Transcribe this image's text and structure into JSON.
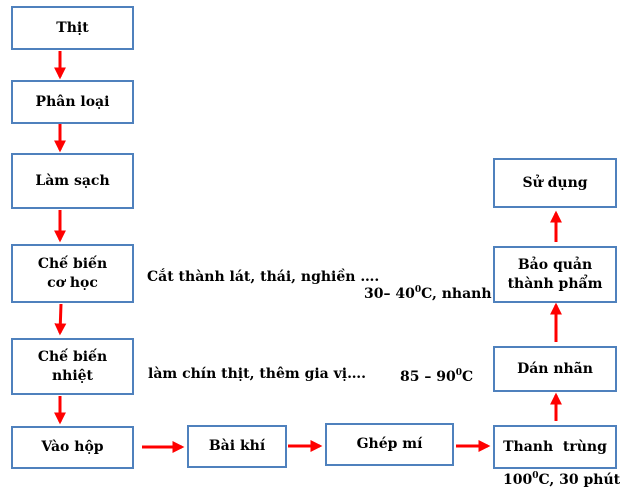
{
  "boxes": {
    "thit": "Thịt",
    "phan_loai": "Phân loại",
    "lam_sach": "Làm sạch",
    "che_bien_co_hoc": [
      "Chế biến",
      "cơ học"
    ],
    "che_bien_nhiet": [
      "Chế biến",
      "nhiệt"
    ],
    "vao_hop": "Vào hộp",
    "bai_khi": "Bài khí",
    "ghep_mi": "Ghép mí",
    "thanh_trung": "Thanh  trùng",
    "dan_nhan": "Dán nhãn",
    "bao_quan": [
      "Bảo quản",
      "thành phẩm"
    ],
    "su_dung": "Sử dụng"
  },
  "notes": {
    "co_hoc": "Cắt thành lát, thái, nghiền ….",
    "co_hoc_temp": {
      "pre": "30– 40",
      "sup": "0",
      "post": "C, nhanh"
    },
    "nhiet": "làm chín thịt, thêm gia vị….",
    "nhiet_temp": {
      "pre": "85 – 90",
      "sup": "0",
      "post": "C"
    },
    "thanh_trung": {
      "pre": "100",
      "sup": "0",
      "post": "C, 30 phút"
    }
  },
  "colors": {
    "border": "#4f81bd",
    "arrow": "#ff0000"
  }
}
